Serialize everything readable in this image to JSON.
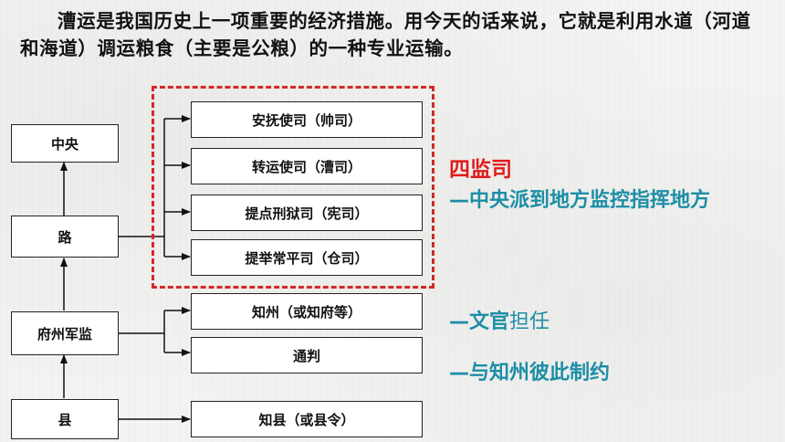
{
  "intro_text": "漕运是我国历史上一项重要的经济措施。用今天的话来说，它就是利用水道（河道和海道）调运粮食（主要是公粮）的一种专业运输。",
  "left_column": {
    "central": "中央",
    "circuit": "路",
    "prefecture": "府州军监",
    "county": "县"
  },
  "circuit_offices": [
    "安抚使司（帅司）",
    "转运使司（漕司）",
    "提点刑狱司（宪司）",
    "提举常平司（仓司）"
  ],
  "prefecture_offices": [
    "知州（或知府等）",
    "通判"
  ],
  "county_office": "知县（或县令）",
  "notes": {
    "four_offices_title": "四监司",
    "four_offices_desc": "—中央派到地方监控指挥地方",
    "civil_prefix": "—文官",
    "civil_suffix": "担任",
    "check": "—与知州彼此制约"
  },
  "colors": {
    "highlight_red": "#e01b1b",
    "note_blue": "#1c8ea6",
    "frame_dashed": "#d42727"
  }
}
